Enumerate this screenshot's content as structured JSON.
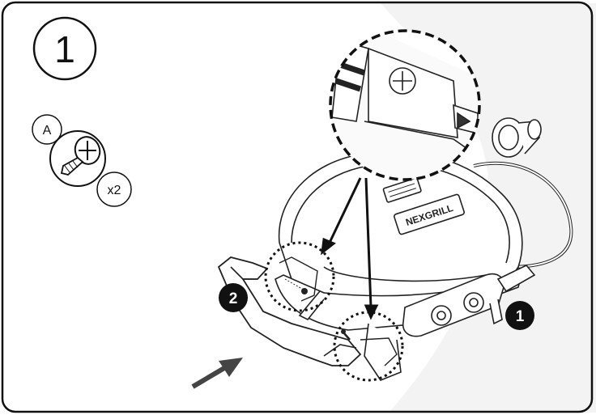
{
  "step": {
    "number": "1"
  },
  "hardware": {
    "part_letter": "A",
    "quantity": "x2",
    "item": "screw-icon"
  },
  "callouts": [
    {
      "id": "callout-1",
      "label": "1"
    },
    {
      "id": "callout-2",
      "label": "2"
    }
  ],
  "grill": {
    "brand_text": "NEXGRILL"
  },
  "colors": {
    "line": "#1a1a1a",
    "fill_dark": "#111111",
    "light_gray": "#cfcfcf",
    "bg_shape": "#f2f2f2"
  }
}
